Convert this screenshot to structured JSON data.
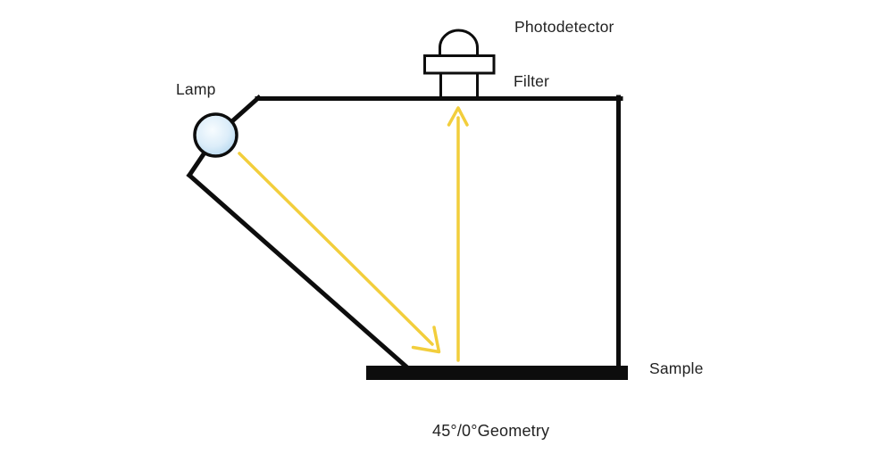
{
  "diagram": {
    "caption": "45°/0°Geometry",
    "labels": {
      "lamp": "Lamp",
      "photodetector": "Photodetector",
      "filter": "Filter",
      "sample": "Sample"
    },
    "colors": {
      "line": "#0d0d0d",
      "ray_yellow": "#f2ce3c",
      "lamp_fill_center": "#f6fbff",
      "lamp_fill_edge": "#aed3ed",
      "text": "#222222",
      "background": "#ffffff"
    },
    "icons": {
      "lamp": "lamp-bulb-icon",
      "photodetector": "photodetector-dome-icon",
      "incident_ray": "incident-ray-arrow-icon",
      "reflected_ray": "reflected-ray-arrow-icon"
    }
  }
}
